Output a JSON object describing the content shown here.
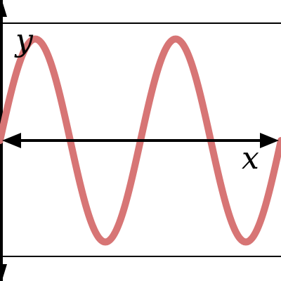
{
  "chart_data": {
    "type": "line",
    "xlabel": "x",
    "ylabel": "y",
    "xlim": [
      0,
      8
    ],
    "ylim": [
      -2,
      2
    ],
    "grid": false,
    "series": [
      {
        "function": "sine",
        "amplitude": 1.7,
        "period": 4,
        "phase": 0,
        "x_start": 0,
        "x_end": 8,
        "color": "#d77575"
      }
    ]
  },
  "colors": {
    "axis": "#000000",
    "frame": "#000000",
    "curve": "#d77575",
    "background": "#ffffff"
  }
}
